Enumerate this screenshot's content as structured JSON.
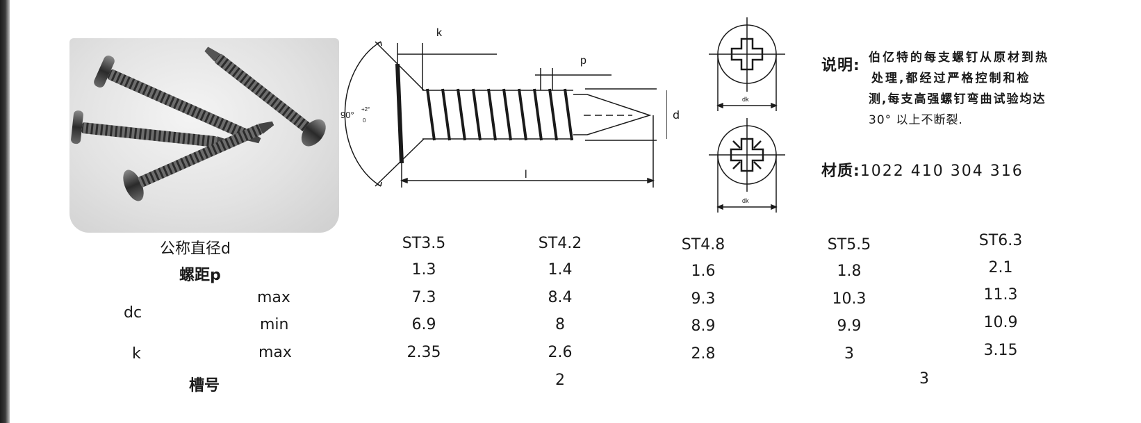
{
  "notes": {
    "explain_label": "说明:",
    "explain_lines": [
      "伯亿特的每支螺钉从原材到热",
      "处理,都经过严格控制和检",
      "测,每支高强螺钉弯曲试验均达",
      "30° 以上不断裂."
    ],
    "material_label": "材质:",
    "material_value": "1022 410 304 316"
  },
  "diagram": {
    "k": "k",
    "p": "p",
    "d": "d",
    "l": "l",
    "angle": "90°",
    "angle_sup": "+2°",
    "angle_sub": "0",
    "dk_top": "dk",
    "dk_bottom": "dk"
  },
  "table": {
    "row_nominal": "公称直径d",
    "row_pitch": "螺距p",
    "row_dc": "dc",
    "row_k": "k",
    "row_slot": "槽号",
    "max": "max",
    "min": "min",
    "sizes": [
      "ST3.5",
      "ST4.2",
      "ST4.8",
      "ST5.5",
      "ST6.3"
    ],
    "pitch": [
      "1.3",
      "1.4",
      "1.6",
      "1.8",
      "2.1"
    ],
    "dc_max": [
      "7.3",
      "8.4",
      "9.3",
      "10.3",
      "11.3"
    ],
    "dc_min": [
      "6.9",
      "8",
      "8.9",
      "9.9",
      "10.9"
    ],
    "k_max": [
      "2.35",
      "2.6",
      "2.8",
      "3",
      "3.15"
    ],
    "slot_a": "2",
    "slot_b": "3"
  }
}
